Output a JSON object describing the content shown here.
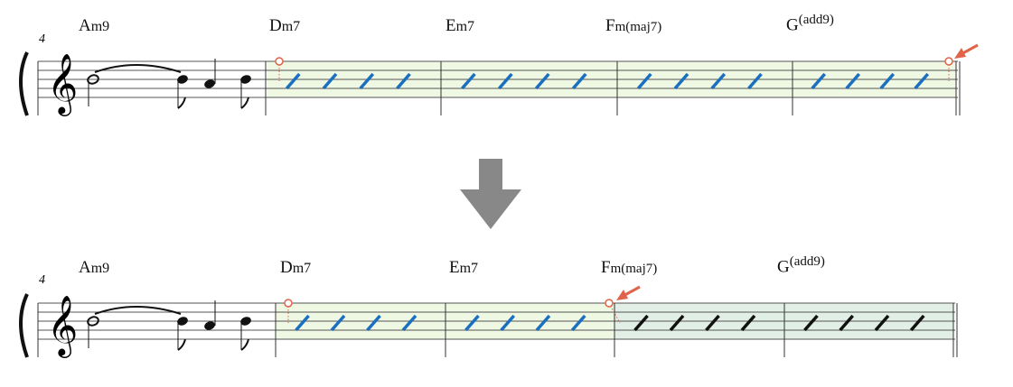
{
  "before": {
    "measure_number": "4",
    "chords": [
      {
        "root": "A",
        "quality": "m9"
      },
      {
        "root": "D",
        "quality": "m7"
      },
      {
        "root": "E",
        "quality": "m7"
      },
      {
        "root": "F",
        "quality": "m(maj7)"
      },
      {
        "root": "G",
        "quality": "(add9)"
      }
    ]
  },
  "after": {
    "measure_number": "4",
    "chords": [
      {
        "root": "A",
        "quality": "m9"
      },
      {
        "root": "D",
        "quality": "m7"
      },
      {
        "root": "E",
        "quality": "m7"
      },
      {
        "root": "F",
        "quality": "m(maj7)"
      },
      {
        "root": "G",
        "quality": "(add9)"
      }
    ]
  },
  "colors": {
    "selected_slash": "#1a6fc0",
    "slash": "#111111",
    "highlight_a": "#eef8e2",
    "highlight_b": "#e2efe6",
    "handle": "#e0634a",
    "arrow": "#888888"
  }
}
